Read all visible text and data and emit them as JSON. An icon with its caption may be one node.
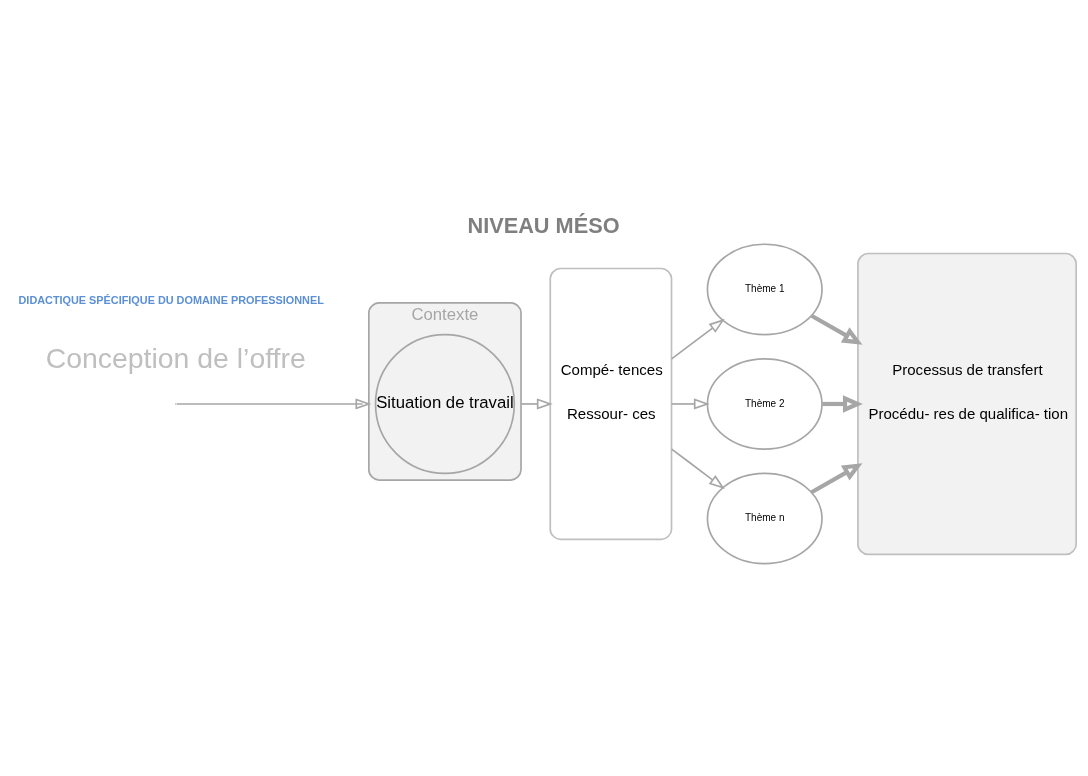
{
  "diagram": {
    "title": "NIVEAU MÉSO",
    "caption": "DIDACTIQUE SPÉCIFIQUE DU DOMAINE PROFESSIONNEL",
    "nodes": [
      {
        "text": [
          "Contexte"
        ]
      },
      {
        "text": [
          "Situation de travail"
        ],
        "in": 0
      },
      {
        "text": [
          "Compé- tences",
          "Ressour- ces"
        ]
      },
      {
        "text": [
          "Thème 1"
        ]
      },
      {
        "text": [
          "Thème 2"
        ]
      },
      {
        "text": [
          "Thème n"
        ]
      },
      {
        "text": [
          "Processus de transfert",
          "Procédu- res de qualifica- tion"
        ]
      }
    ],
    "edges": [
      {
        "from": null,
        "to": 0,
        "arrow": "to"
      },
      {
        "from": 0,
        "to": 2,
        "arrow": "to"
      },
      {
        "from": 2,
        "to": 3,
        "arrow": "to"
      },
      {
        "from": 2,
        "to": 4,
        "arrow": "to"
      },
      {
        "from": 2,
        "to": 5,
        "arrow": "to"
      },
      {
        "from": 3,
        "to": 6,
        "arrow": "to",
        "style": "thick"
      },
      {
        "from": 4,
        "to": 6,
        "arrow": "to",
        "style": "thick"
      },
      {
        "from": 5,
        "to": 6,
        "arrow": "to",
        "style": "thick"
      }
    ],
    "labels": [
      "Conception de l’offre"
    ]
  }
}
